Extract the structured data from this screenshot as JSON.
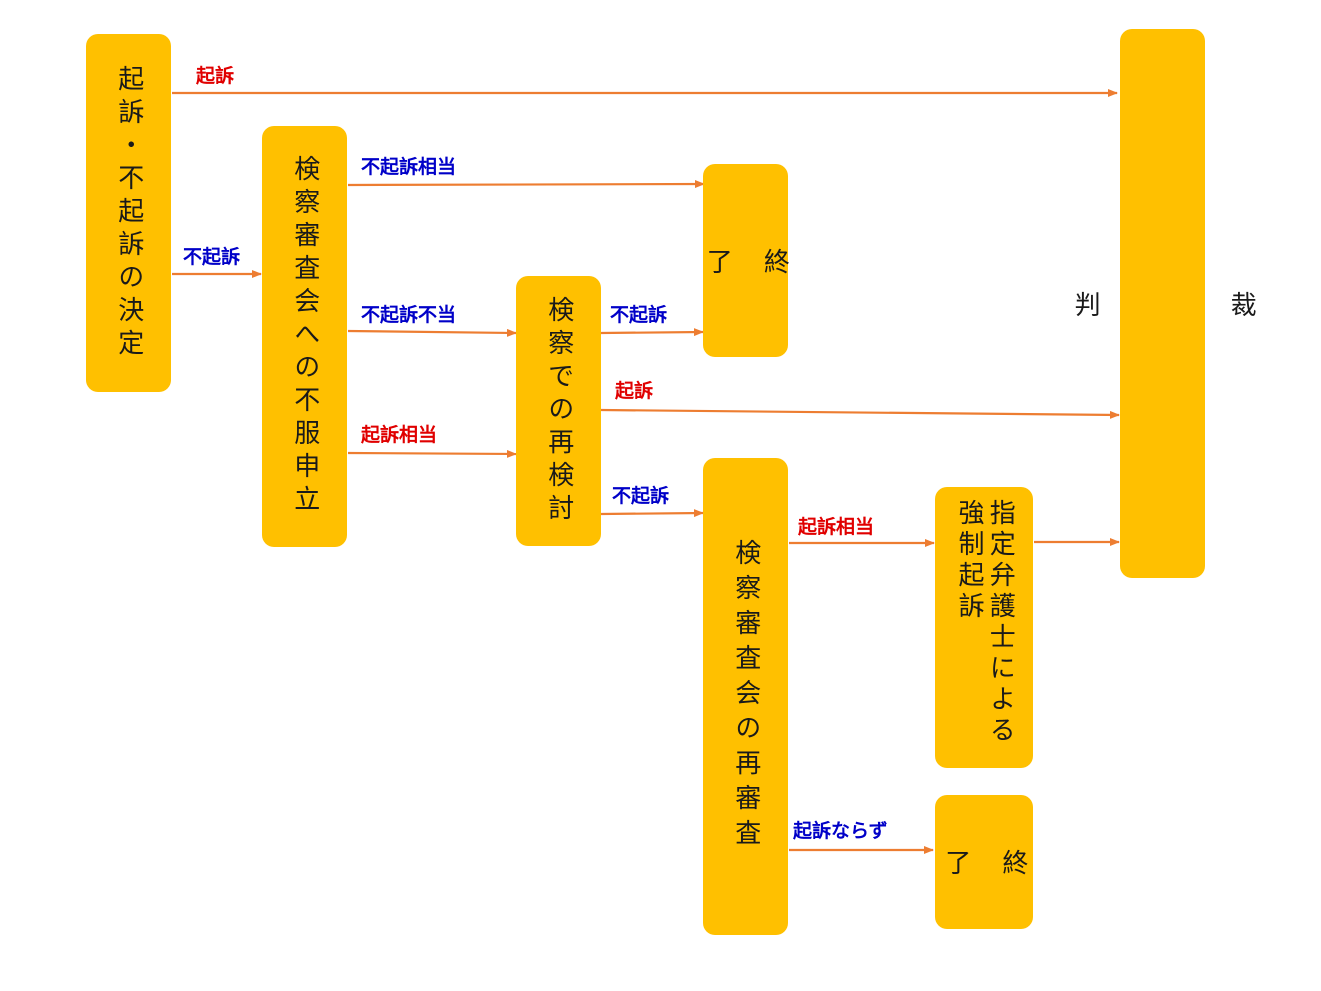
{
  "colors": {
    "box": "#ffc000",
    "arrow": "#ed7d31",
    "label_red": "#e00000",
    "label_blue": "#0000c8"
  },
  "boxes": {
    "decision": "起訴・不起訴の決定",
    "objection": "検察審査会への不服申立",
    "reexamine": "検察での再検討",
    "end1": "終\n\n了",
    "review": "検察審査会の再審査",
    "forced": "指定弁護士による\n強制起訴",
    "end2": "終\n\n了",
    "trial": "裁\n\n\n\n\n判"
  },
  "labels": {
    "indict_top": "起訴",
    "non_indict_1": "不起訴",
    "not_warranted": "不起訴相当",
    "improper": "不起訴不当",
    "warranted_1": "起訴相当",
    "non_indict_2": "不起訴",
    "indict_mid": "起訴",
    "non_indict_3": "不起訴",
    "warranted_2": "起訴相当",
    "no_indict": "起訴ならず"
  }
}
